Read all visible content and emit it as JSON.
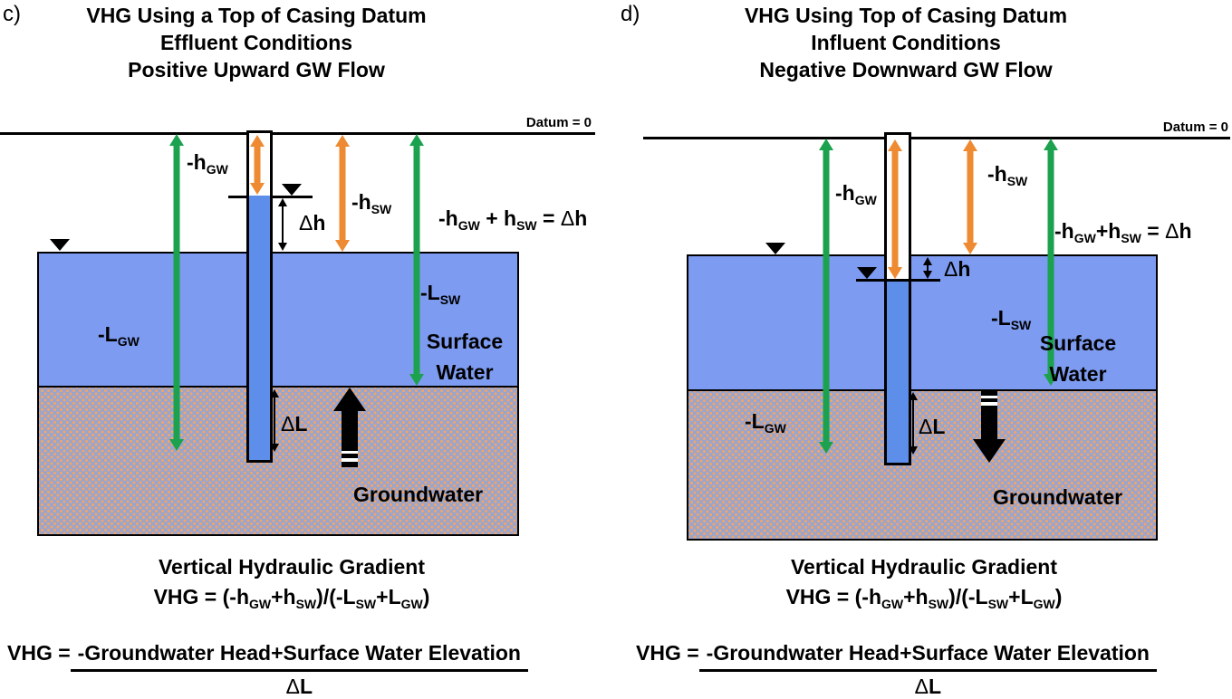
{
  "colors": {
    "green": "#1CA24E",
    "orange": "#EE8A31",
    "surface_water": "#7D9BF0",
    "well_water": "#5C8EEA",
    "groundwater_base": "#98A5CE",
    "groundwater_dot": "#F0A46A"
  },
  "panels": [
    {
      "tag": "c)",
      "title_lines": [
        "VHG Using a Top of Casing Datum",
        "Effluent Conditions",
        "Positive Upward GW Flow"
      ],
      "datum_label": "Datum = 0",
      "h_gw": {
        "t": "-h",
        "s": "GW"
      },
      "h_sw": {
        "t": "-h",
        "s": "SW"
      },
      "l_gw": {
        "t": "-L",
        "s": "GW"
      },
      "l_sw": {
        "t": "-L",
        "s": "SW"
      },
      "dh": {
        "d": "Δ",
        "t": "h"
      },
      "dl": {
        "d": "Δ",
        "t": "L"
      },
      "sum": {
        "p1": "-h",
        "s1": "GW",
        "p2": " + h",
        "s2": "SW",
        "p3": " = ",
        "d": "Δ",
        "p4": "h"
      },
      "sw_label_lines": [
        "Surface",
        "Water"
      ],
      "gw_label": "Groundwater",
      "vhg_title": "Vertical Hydraulic Gradient",
      "vhg": {
        "p1": "VHG = (-h",
        "s1": "GW",
        "p2": "+h",
        "s2": "SW",
        "p3": ")/(-L",
        "s3": "SW",
        "p4": "+L",
        "s4": "GW",
        "p5": ")"
      },
      "frac": {
        "lead": "VHG = ",
        "num": "-Groundwater Head+Surface Water Elevation",
        "d": "Δ",
        "den": "L"
      }
    },
    {
      "tag": "d)",
      "title_lines": [
        "VHG Using Top of Casing Datum",
        "Influent Conditions",
        "Negative Downward GW Flow"
      ],
      "datum_label": "Datum = 0",
      "h_gw": {
        "t": "-h",
        "s": "GW"
      },
      "h_sw": {
        "t": "-h",
        "s": "SW"
      },
      "l_gw": {
        "t": "-L",
        "s": "GW"
      },
      "l_sw": {
        "t": "-L",
        "s": "SW"
      },
      "dh": {
        "d": "Δ",
        "t": "h"
      },
      "dl": {
        "d": "Δ",
        "t": "L"
      },
      "sum": {
        "p1": "-h",
        "s1": "GW",
        "p2": "+h",
        "s2": "SW",
        "p3": " = ",
        "d": "Δ",
        "p4": "h"
      },
      "sw_label_lines": [
        "Surface",
        "Water"
      ],
      "gw_label": "Groundwater",
      "vhg_title": "Vertical Hydraulic Gradient",
      "vhg": {
        "p1": "VHG = (-h",
        "s1": "GW",
        "p2": "+h",
        "s2": "SW",
        "p3": ")/(-L",
        "s3": "SW",
        "p4": "+L",
        "s4": "GW",
        "p5": ")"
      },
      "frac": {
        "lead": "VHG = ",
        "num": "-Groundwater Head+Surface Water Elevation",
        "d": "Δ",
        "den": "L"
      }
    }
  ]
}
